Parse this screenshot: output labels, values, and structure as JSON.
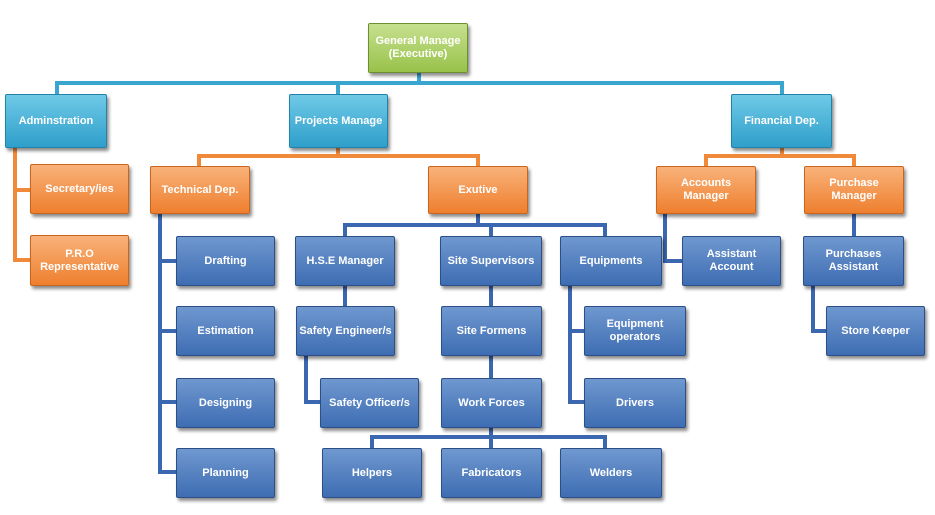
{
  "colors": {
    "executive": "#a6cc5a",
    "department": "#3aa6d0",
    "management": "#f08a3a",
    "staff": "#4a78bd",
    "line_cyan": "#3aa6d0",
    "line_orange": "#f08a3a",
    "line_blue": "#3b66b0"
  },
  "nodes": {
    "general_manager": "General Manage\n(Executive)",
    "administration": "Adminstration",
    "projects_manager": "Projects Manage",
    "financial_dep": "Financial Dep.",
    "secretaries": "Secretary/ies",
    "pro_representative": "P.R.O\nRepresentative",
    "technical_dep": "Technical Dep.",
    "exutive": "Exutive",
    "accounts_manager": "Accounts Manager",
    "purchase_manager": "Purchase Manager",
    "drafting": "Drafting",
    "estimation": "Estimation",
    "designing": "Designing",
    "planning": "Planning",
    "hse_manager": "H.S.E Manager",
    "safety_engineers": "Safety Engineer/s",
    "safety_officers": "Safety Officer/s",
    "site_supervisors": "Site Supervisors",
    "site_formens": "Site Formens",
    "work_forces": "Work Forces",
    "equipments": "Equipments",
    "equipment_operators": "Equipment\noperators",
    "drivers": "Drivers",
    "helpers": "Helpers",
    "fabricators": "Fabricators",
    "welders": "Welders",
    "assistant_accountant": "Assistant Account",
    "purchases_assistant": "Purchases Assistant",
    "store_keeper": "Store Keeper"
  }
}
